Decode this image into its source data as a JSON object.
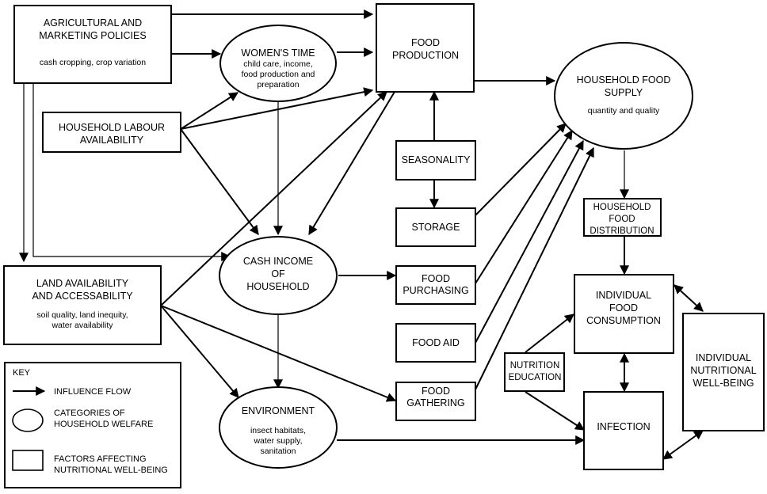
{
  "diagram": {
    "nodes": {
      "agri": {
        "title": [
          "AGRICULTURAL AND",
          "MARKETING POLICIES"
        ],
        "sub": [
          "cash cropping, crop variation"
        ]
      },
      "women": {
        "title": [
          "WOMEN'S TIME"
        ],
        "sub": [
          "child care, income,",
          "food production and",
          "preparation"
        ]
      },
      "foodprod": {
        "title": [
          "FOOD",
          "PRODUCTION"
        ],
        "sub": []
      },
      "hfs": {
        "title": [
          "HOUSEHOLD FOOD",
          "SUPPLY"
        ],
        "sub": [
          "quantity and quality"
        ]
      },
      "labour": {
        "title": [
          "HOUSEHOLD LABOUR",
          "AVAILABILITY"
        ],
        "sub": []
      },
      "season": {
        "title": [
          "SEASONALITY"
        ],
        "sub": []
      },
      "storage": {
        "title": [
          "STORAGE"
        ],
        "sub": []
      },
      "hfd": {
        "title": [
          "HOUSEHOLD",
          "FOOD",
          "DISTRIBUTION"
        ],
        "sub": []
      },
      "land": {
        "title": [
          "LAND AVAILABILITY",
          "AND ACCESSABILITY"
        ],
        "sub": [
          "soil quality, land inequity,",
          "water availability"
        ]
      },
      "cash": {
        "title": [
          "CASH INCOME",
          "OF",
          "HOUSEHOLD"
        ],
        "sub": []
      },
      "purch": {
        "title": [
          "FOOD",
          "PURCHASING"
        ],
        "sub": []
      },
      "ifc": {
        "title": [
          "INDIVIDUAL",
          "FOOD",
          "CONSUMPTION"
        ],
        "sub": []
      },
      "inwb": {
        "title": [
          "INDIVIDUAL",
          "NUTRITIONAL",
          "WELL-BEING"
        ],
        "sub": []
      },
      "aid": {
        "title": [
          "FOOD AID"
        ],
        "sub": []
      },
      "nutedu": {
        "title": [
          "NUTRITION",
          "EDUCATION"
        ],
        "sub": []
      },
      "gather": {
        "title": [
          "FOOD",
          "GATHERING"
        ],
        "sub": []
      },
      "env": {
        "title": [
          "ENVIRONMENT"
        ],
        "sub": [
          "insect habitats,",
          "water supply,",
          "sanitation"
        ]
      },
      "infection": {
        "title": [
          "INFECTION"
        ],
        "sub": []
      }
    },
    "key": {
      "title": "KEY",
      "items": [
        {
          "symbol": "arrow",
          "label": [
            "INFLUENCE FLOW"
          ]
        },
        {
          "symbol": "ellipse",
          "label": [
            "CATEGORIES OF",
            "HOUSEHOLD WELFARE"
          ]
        },
        {
          "symbol": "rectangle",
          "label": [
            "FACTORS AFFECTING",
            "NUTRITIONAL WELL-BEING"
          ]
        }
      ]
    },
    "edges": [
      {
        "from": "agri",
        "to": "foodprod",
        "label": "influence"
      },
      {
        "from": "agri",
        "to": "women",
        "label": "influence"
      },
      {
        "from": "agri",
        "to": "land",
        "label": "influence"
      },
      {
        "from": "agri",
        "to": "cash",
        "label": "influence"
      },
      {
        "from": "women",
        "to": "foodprod",
        "label": "influence"
      },
      {
        "from": "women",
        "to": "cash",
        "label": "influence"
      },
      {
        "from": "labour",
        "to": "women",
        "label": "influence"
      },
      {
        "from": "labour",
        "to": "foodprod",
        "label": "influence"
      },
      {
        "from": "labour",
        "to": "cash",
        "label": "influence"
      },
      {
        "from": "foodprod",
        "to": "hfs",
        "label": "influence"
      },
      {
        "from": "foodprod",
        "to": "cash",
        "label": "influence"
      },
      {
        "from": "season",
        "to": "foodprod",
        "label": "influence"
      },
      {
        "from": "season",
        "to": "storage",
        "label": "influence"
      },
      {
        "from": "storage",
        "to": "hfs",
        "label": "influence"
      },
      {
        "from": "land",
        "to": "foodprod",
        "label": "influence"
      },
      {
        "from": "land",
        "to": "env",
        "label": "influence"
      },
      {
        "from": "land",
        "to": "gather",
        "label": "influence"
      },
      {
        "from": "cash",
        "to": "purch",
        "label": "influence"
      },
      {
        "from": "cash",
        "to": "env",
        "label": "influence"
      },
      {
        "from": "purch",
        "to": "hfs",
        "label": "influence"
      },
      {
        "from": "aid",
        "to": "hfs",
        "label": "influence"
      },
      {
        "from": "gather",
        "to": "hfs",
        "label": "influence"
      },
      {
        "from": "hfs",
        "to": "hfd",
        "label": "influence"
      },
      {
        "from": "hfd",
        "to": "ifc",
        "label": "influence"
      },
      {
        "from": "nutedu",
        "to": "ifc",
        "label": "influence"
      },
      {
        "from": "nutedu",
        "to": "infection",
        "label": "influence"
      },
      {
        "from": "env",
        "to": "infection",
        "label": "influence"
      },
      {
        "from": "ifc",
        "to": "infection",
        "label": "bidirectional"
      },
      {
        "from": "ifc",
        "to": "inwb",
        "label": "bidirectional"
      },
      {
        "from": "infection",
        "to": "inwb",
        "label": "bidirectional"
      }
    ]
  }
}
